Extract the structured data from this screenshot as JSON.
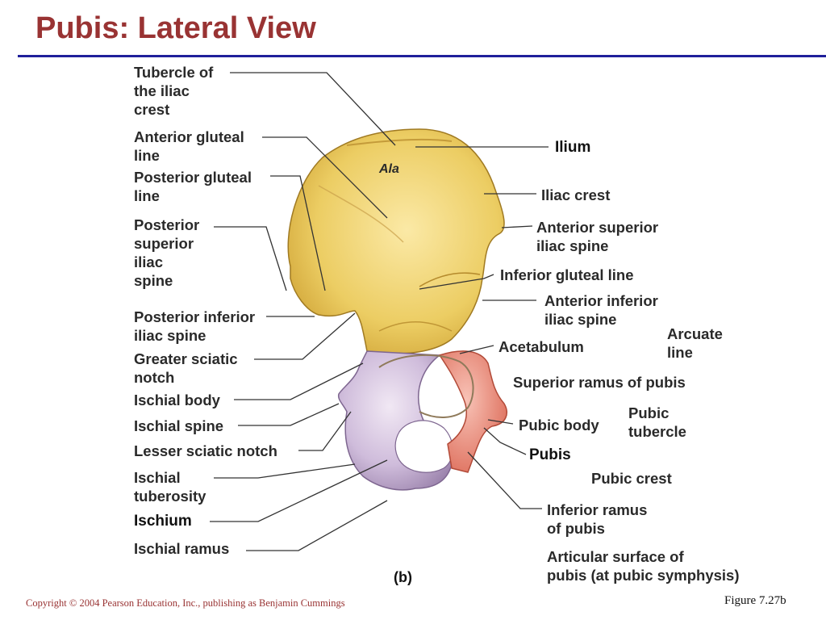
{
  "slide": {
    "title": "Pubis: Lateral View",
    "copyright": "Copyright © 2004 Pearson Education, Inc., publishing as Benjamin Cummings",
    "figure_ref": "Figure 7.27b"
  },
  "figure": {
    "panel_label": "(b)",
    "region_labels": {
      "ala": "Ala"
    },
    "labels_left": [
      "Tubercle of\nthe iliac\ncrest",
      "Anterior gluteal\nline",
      "Posterior gluteal\nline",
      "Posterior\nsuperior\niliac\nspine",
      "Posterior inferior\niliac spine",
      "Greater sciatic\nnotch",
      "Ischial body",
      "Ischial spine",
      "Lesser sciatic notch",
      "Ischial\ntuberosity",
      "Ischium",
      "Ischial ramus"
    ],
    "labels_right": [
      "Ilium",
      "Iliac crest",
      "Anterior superior\n iliac spine",
      "Inferior gluteal line",
      "Anterior inferior\n iliac spine",
      "Arcuate\nline",
      "Acetabulum",
      "Superior ramus of pubis",
      "Pubic\ntubercle",
      "Pubic body",
      "Pubis",
      "Pubic crest",
      "Inferior ramus\nof pubis",
      "Articular surface of\npubis (at pubic symphysis)"
    ],
    "colors": {
      "ilium": "#e9c75a",
      "ischium": "#cdb8d8",
      "pubis": "#e88a7a",
      "leader_lines": "#333333"
    }
  }
}
